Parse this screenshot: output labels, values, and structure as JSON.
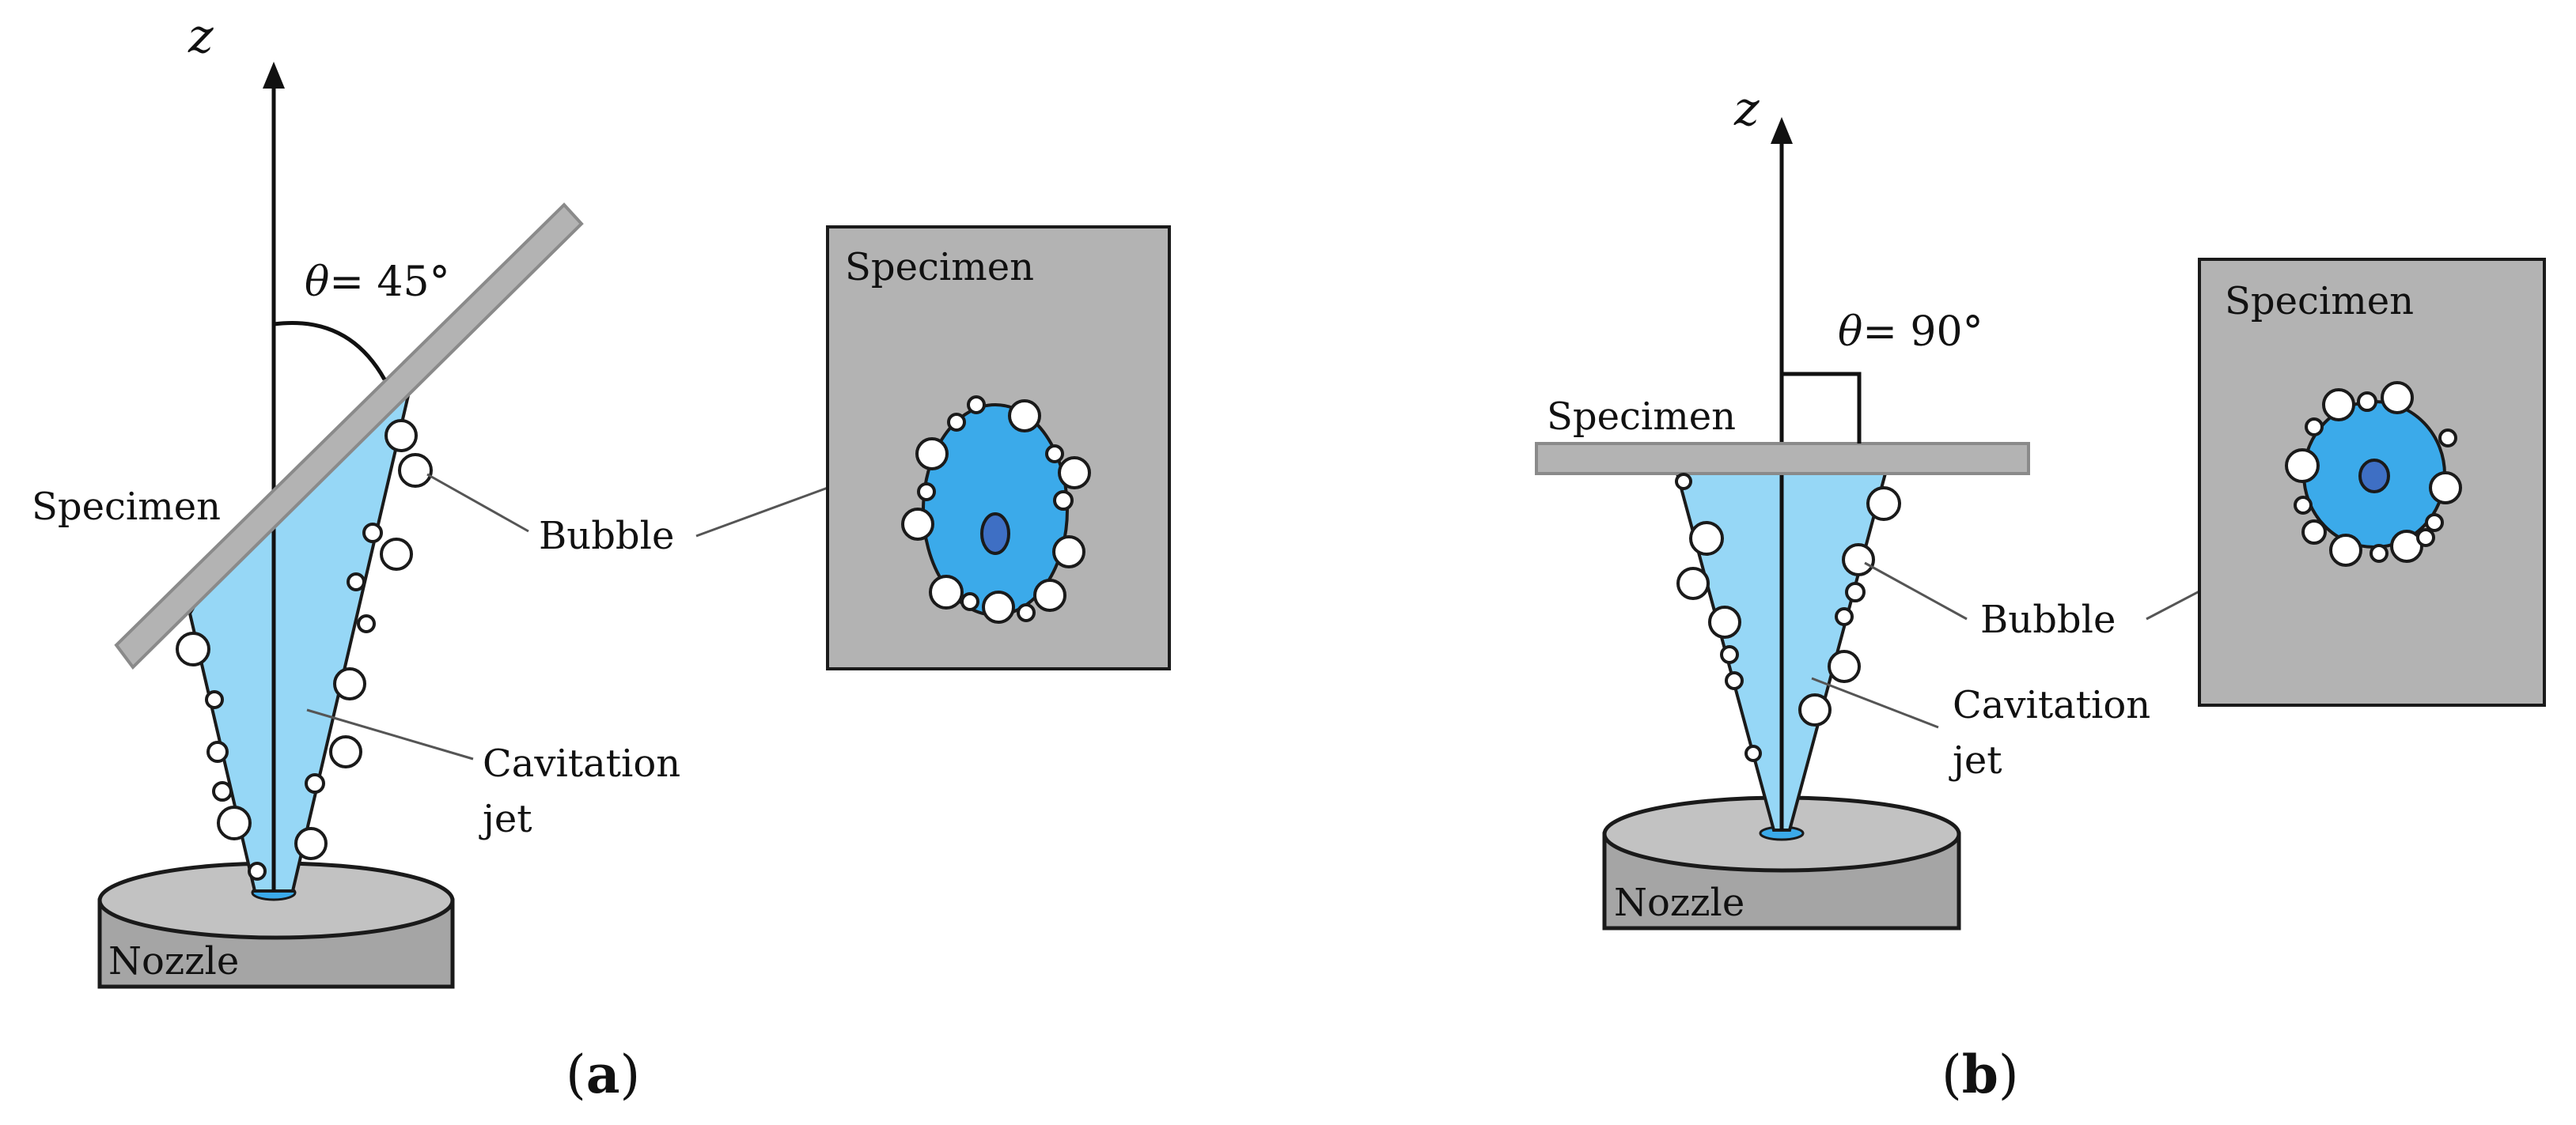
{
  "colors": {
    "specimen": "#b3b3b3",
    "specimen_stroke": "#8a8a8a",
    "jet_fill": "#96d7f6",
    "spot_fill": "#3baaea",
    "spot_center": "#3e6fc4",
    "nozzle_top": "#c2c2c2",
    "nozzle_side": "#a5a5a5",
    "bubble": "#ffffff",
    "outline": "#1a1a1a"
  },
  "icons": [
    "nozzle-shape",
    "cavitation-jet-cone",
    "bubble-circle",
    "specimen-plate",
    "angle-arc"
  ],
  "panel_a": {
    "axis_label": "z",
    "angle_symbol": "θ",
    "angle_value": "= 45°",
    "specimen_label": "Specimen",
    "specimen_view_label": "Specimen",
    "bubble_label": "Bubble",
    "jet_label_line1": "Cavitation",
    "jet_label_line2": "jet",
    "nozzle_label": "Nozzle",
    "caption_open": "(",
    "caption_letter": "a",
    "caption_close": ")"
  },
  "panel_b": {
    "axis_label": "z",
    "angle_symbol": "θ",
    "angle_value": "= 90°",
    "specimen_label": "Specimen",
    "specimen_view_label": "Specimen",
    "bubble_label": "Bubble",
    "jet_label_line1": "Cavitation",
    "jet_label_line2": "jet",
    "nozzle_label": "Nozzle",
    "caption_open": "(",
    "caption_letter": "b",
    "caption_close": ")"
  }
}
